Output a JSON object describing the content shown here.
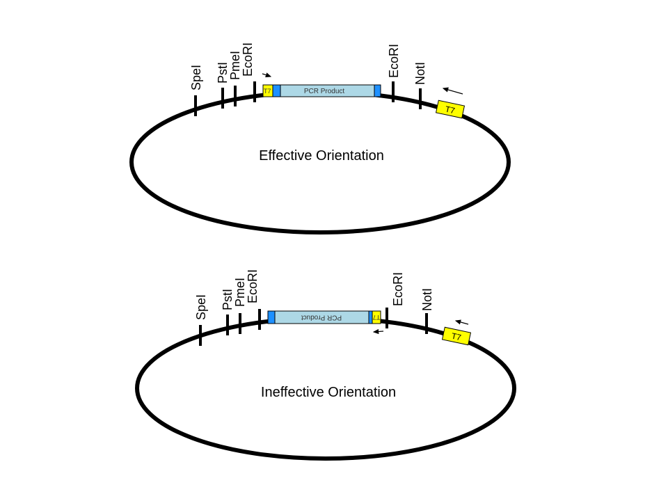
{
  "colors": {
    "plasmid": "#000000",
    "pcr_fill": "#add8e6",
    "pcr_end": "#1e90ff",
    "t7_fill": "#ffff00"
  },
  "top": {
    "title": "Effective Orientation",
    "sites": {
      "spe": "SpeI",
      "pst": "PstI",
      "pme": "PmeI",
      "eco1": "EcoRI",
      "eco2": "EcoRI",
      "not": "NotI"
    },
    "insert_label": "PCR Product",
    "insert_t7": "T7",
    "vector_t7": "T7"
  },
  "bottom": {
    "title": "Ineffective Orientation",
    "sites": {
      "spe": "SpeI",
      "pst": "PstI",
      "pme": "PmeI",
      "eco1": "EcoRI",
      "eco2": "EcoRI",
      "not": "NotI"
    },
    "insert_label": "PCR Product",
    "insert_t7": "T7",
    "vector_t7": "T7"
  }
}
